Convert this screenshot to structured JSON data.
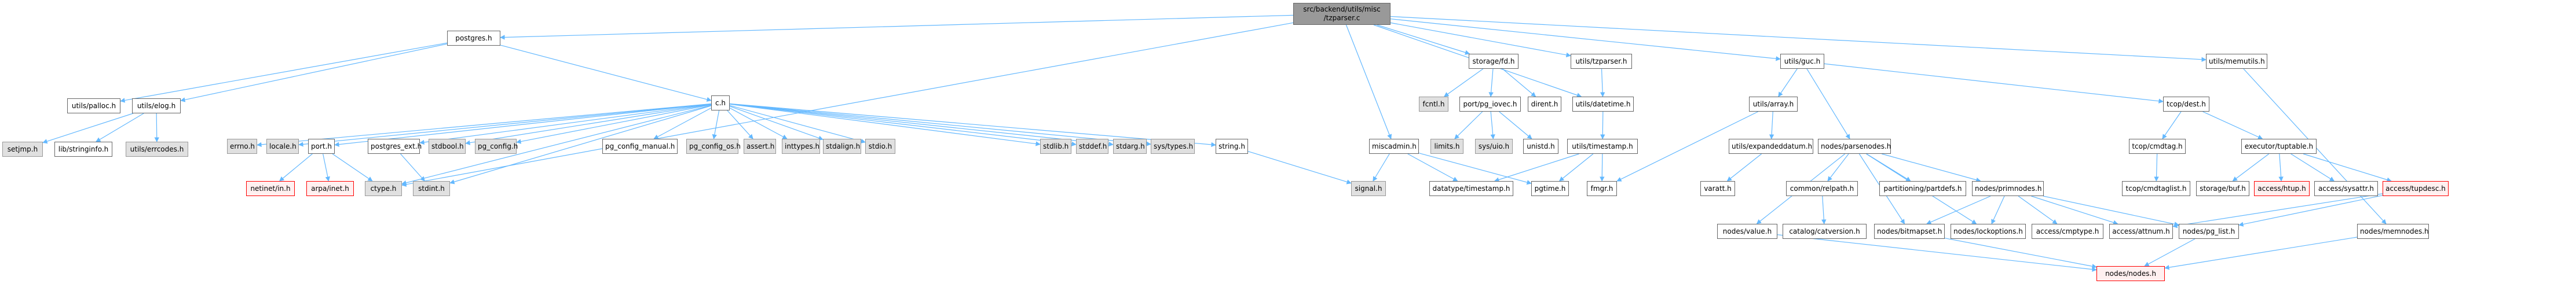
{
  "title": "src/backend/utils/misc/tzparser.c",
  "colors": {
    "edge": "#63b8ff",
    "node_border": "#666666",
    "sys_fill": "#e0e0e0",
    "missing_border": "#ff0000",
    "missing_fill": "#fff0f0",
    "root_fill": "#999999"
  },
  "nodes": {
    "root": "src/backend/utils/misc\n/tzparser.c",
    "postgres": "postgres.h",
    "palloc": "utils/palloc.h",
    "elog": "utils/elog.h",
    "setjmp": "setjmp.h",
    "stringinfo": "lib/stringinfo.h",
    "errcodes": "utils/errcodes.h",
    "c": "c.h",
    "errno": "errno.h",
    "locale": "locale.h",
    "port": "port.h",
    "postgres_ext": "postgres_ext.h",
    "stdbool": "stdbool.h",
    "pg_config": "pg_config.h",
    "pg_config_manual": "pg_config_manual.h",
    "pg_config_os": "pg_config_os.h",
    "assert": "assert.h",
    "inttypes": "inttypes.h",
    "stdalign": "stdalign.h",
    "stdio": "stdio.h",
    "stdlib": "stdlib.h",
    "stddef": "stddef.h",
    "stdarg": "stdarg.h",
    "sys_types": "sys/types.h",
    "string": "string.h",
    "netinet_in": "netinet/in.h",
    "arpa_inet": "arpa/inet.h",
    "ctype": "ctype.h",
    "stdint": "stdint.h",
    "miscadmin": "miscadmin.h",
    "signal": "signal.h",
    "datatype_timestamp": "datatype/timestamp.h",
    "pgtime": "pgtime.h",
    "storage_fd": "storage/fd.h",
    "fcntl": "fcntl.h",
    "pg_iovec": "port/pg_iovec.h",
    "dirent": "dirent.h",
    "limits": "limits.h",
    "sys_uio": "sys/uio.h",
    "unistd": "unistd.h",
    "tzparser": "utils/tzparser.h",
    "datetime": "utils/datetime.h",
    "utils_timestamp": "utils/timestamp.h",
    "fmgr": "fmgr.h",
    "guc": "utils/guc.h",
    "array": "utils/array.h",
    "expandeddatum": "utils/expandeddatum.h",
    "varatt": "varatt.h",
    "parsenodes": "nodes/parsenodes.h",
    "value": "nodes/value.h",
    "relpath": "common/relpath.h",
    "catversion": "catalog/catversion.h",
    "partdefs": "partitioning/partdefs.h",
    "primnodes": "nodes/primnodes.h",
    "bitmapset": "nodes/bitmapset.h",
    "lockoptions": "nodes/lockoptions.h",
    "cmptype": "access/cmptype.h",
    "attnum": "access/attnum.h",
    "pg_list": "nodes/pg_list.h",
    "nodes": "nodes/nodes.h",
    "memutils": "utils/memutils.h",
    "memnodes": "nodes/memnodes.h",
    "dest": "tcop/dest.h",
    "cmdtag": "tcop/cmdtag.h",
    "cmdtaglist": "tcop/cmdtaglist.h",
    "tuptable": "executor/tuptable.h",
    "buf": "storage/buf.h",
    "htup": "access/htup.h",
    "sysattr": "access/sysattr.h",
    "tupdesc": "access/tupdesc.h"
  },
  "edges": [
    [
      "root",
      "postgres"
    ],
    [
      "root",
      "storage_fd"
    ],
    [
      "root",
      "tzparser"
    ],
    [
      "root",
      "datetime"
    ],
    [
      "root",
      "guc"
    ],
    [
      "root",
      "memutils"
    ],
    [
      "root",
      "miscadmin"
    ],
    [
      "root",
      "ctype"
    ],
    [
      "postgres",
      "palloc"
    ],
    [
      "postgres",
      "elog"
    ],
    [
      "postgres",
      "c"
    ],
    [
      "elog",
      "setjmp"
    ],
    [
      "elog",
      "stringinfo"
    ],
    [
      "elog",
      "errcodes"
    ],
    [
      "c",
      "errno"
    ],
    [
      "c",
      "locale"
    ],
    [
      "c",
      "port"
    ],
    [
      "c",
      "postgres_ext"
    ],
    [
      "c",
      "stdbool"
    ],
    [
      "c",
      "pg_config"
    ],
    [
      "c",
      "pg_config_manual"
    ],
    [
      "c",
      "pg_config_os"
    ],
    [
      "c",
      "assert"
    ],
    [
      "c",
      "inttypes"
    ],
    [
      "c",
      "stdalign"
    ],
    [
      "c",
      "stdio"
    ],
    [
      "c",
      "stdlib"
    ],
    [
      "c",
      "stddef"
    ],
    [
      "c",
      "stdarg"
    ],
    [
      "c",
      "sys_types"
    ],
    [
      "c",
      "string"
    ],
    [
      "c",
      "stdint"
    ],
    [
      "c",
      "ctype"
    ],
    [
      "port",
      "netinet_in"
    ],
    [
      "port",
      "arpa_inet"
    ],
    [
      "port",
      "ctype"
    ],
    [
      "postgres_ext",
      "stdint"
    ],
    [
      "string",
      "signal"
    ],
    [
      "miscadmin",
      "signal"
    ],
    [
      "miscadmin",
      "datatype_timestamp"
    ],
    [
      "miscadmin",
      "pgtime"
    ],
    [
      "storage_fd",
      "fcntl"
    ],
    [
      "storage_fd",
      "pg_iovec"
    ],
    [
      "storage_fd",
      "dirent"
    ],
    [
      "pg_iovec",
      "limits"
    ],
    [
      "pg_iovec",
      "sys_uio"
    ],
    [
      "pg_iovec",
      "unistd"
    ],
    [
      "tzparser",
      "datetime"
    ],
    [
      "datetime",
      "utils_timestamp"
    ],
    [
      "utils_timestamp",
      "datatype_timestamp"
    ],
    [
      "utils_timestamp",
      "pgtime"
    ],
    [
      "utils_timestamp",
      "fmgr"
    ],
    [
      "guc",
      "array"
    ],
    [
      "guc",
      "parsenodes"
    ],
    [
      "guc",
      "dest"
    ],
    [
      "array",
      "fmgr"
    ],
    [
      "array",
      "expandeddatum"
    ],
    [
      "expandeddatum",
      "varatt"
    ],
    [
      "parsenodes",
      "value"
    ],
    [
      "parsenodes",
      "relpath"
    ],
    [
      "parsenodes",
      "partdefs"
    ],
    [
      "parsenodes",
      "primnodes"
    ],
    [
      "parsenodes",
      "bitmapset"
    ],
    [
      "parsenodes",
      "lockoptions"
    ],
    [
      "relpath",
      "catversion"
    ],
    [
      "primnodes",
      "bitmapset"
    ],
    [
      "primnodes",
      "lockoptions"
    ],
    [
      "primnodes",
      "cmptype"
    ],
    [
      "primnodes",
      "attnum"
    ],
    [
      "primnodes",
      "pg_list"
    ],
    [
      "value",
      "nodes"
    ],
    [
      "bitmapset",
      "nodes"
    ],
    [
      "pg_list",
      "nodes"
    ],
    [
      "memnodes",
      "nodes"
    ],
    [
      "memutils",
      "memnodes"
    ],
    [
      "dest",
      "cmdtag"
    ],
    [
      "dest",
      "tuptable"
    ],
    [
      "cmdtag",
      "cmdtaglist"
    ],
    [
      "tuptable",
      "buf"
    ],
    [
      "tuptable",
      "htup"
    ],
    [
      "tuptable",
      "sysattr"
    ],
    [
      "tuptable",
      "tupdesc"
    ],
    [
      "tupdesc",
      "attnum"
    ],
    [
      "tupdesc",
      "pg_list"
    ]
  ]
}
